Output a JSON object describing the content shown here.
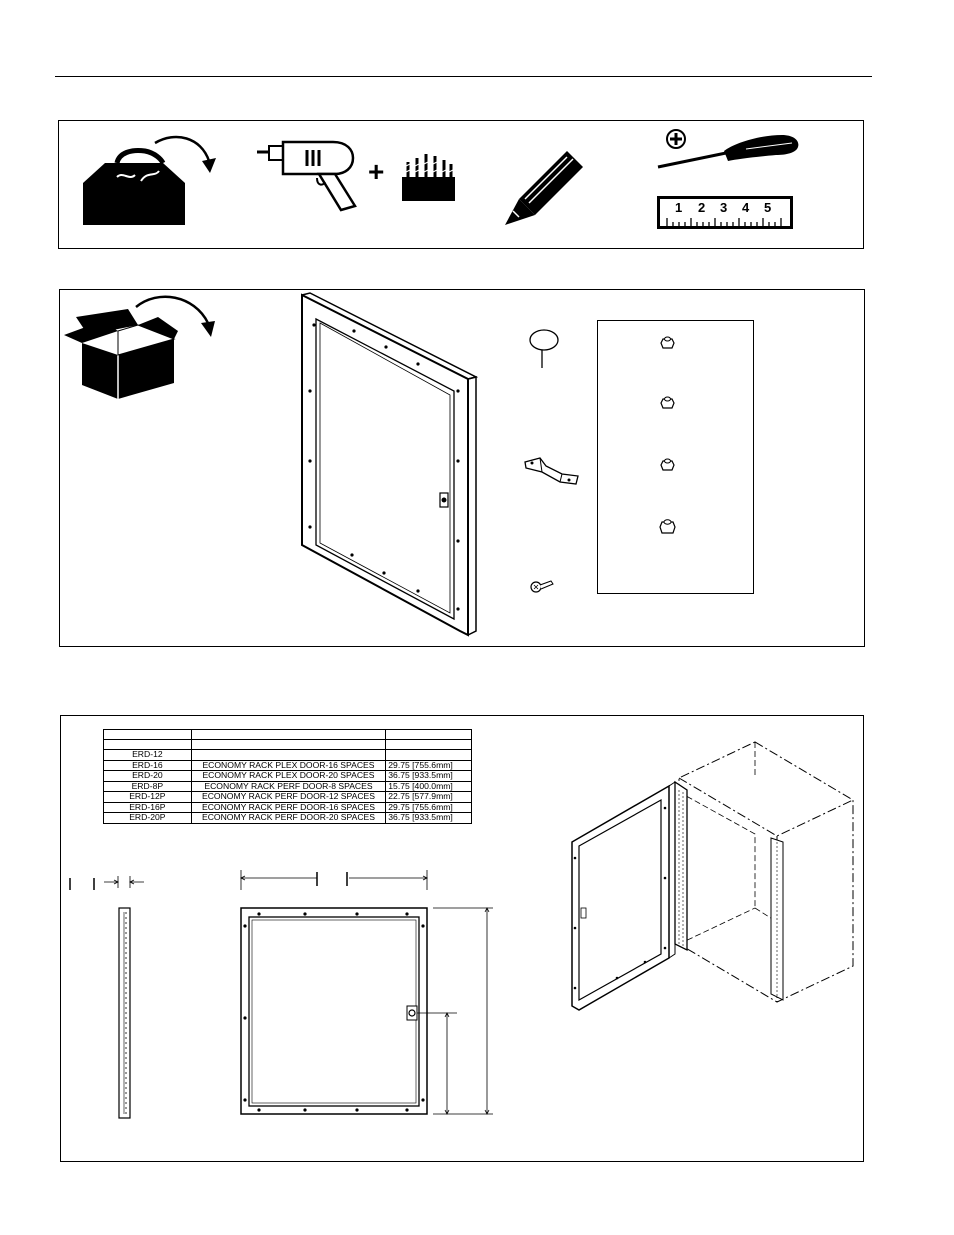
{
  "tools_panel": {
    "icons": [
      "toolbox-icon",
      "drill-icon",
      "drill-bits-icon",
      "pencil-icon",
      "phillips-screwdriver-icon",
      "ruler-icon"
    ],
    "plus_sign": "+",
    "ruler_numbers": [
      "1",
      "2",
      "3",
      "4",
      "5"
    ]
  },
  "parts_table": {
    "rows": [
      {
        "model": "ERD-12",
        "description": "",
        "dimension": ""
      },
      {
        "model": "ERD-16",
        "description": "ECONOMY RACK PLEX DOOR-16 SPACES",
        "dimension": "29.75 [755.6mm]"
      },
      {
        "model": "ERD-20",
        "description": "ECONOMY RACK PLEX DOOR-20 SPACES",
        "dimension": "36.75 [933.5mm]"
      },
      {
        "model": "ERD-8P",
        "description": "ECONOMY RACK PERF DOOR-8 SPACES",
        "dimension": "15.75 [400.0mm]"
      },
      {
        "model": "ERD-12P",
        "description": "ECONOMY RACK PERF DOOR-12 SPACES",
        "dimension": "22.75 [577.9mm]"
      },
      {
        "model": "ERD-16P",
        "description": "ECONOMY RACK PERF DOOR-16 SPACES",
        "dimension": "29.75 [755.6mm]"
      },
      {
        "model": "ERD-20P",
        "description": "ECONOMY RACK PERF DOOR-20 SPACES",
        "dimension": "36.75 [933.5mm]"
      }
    ]
  }
}
